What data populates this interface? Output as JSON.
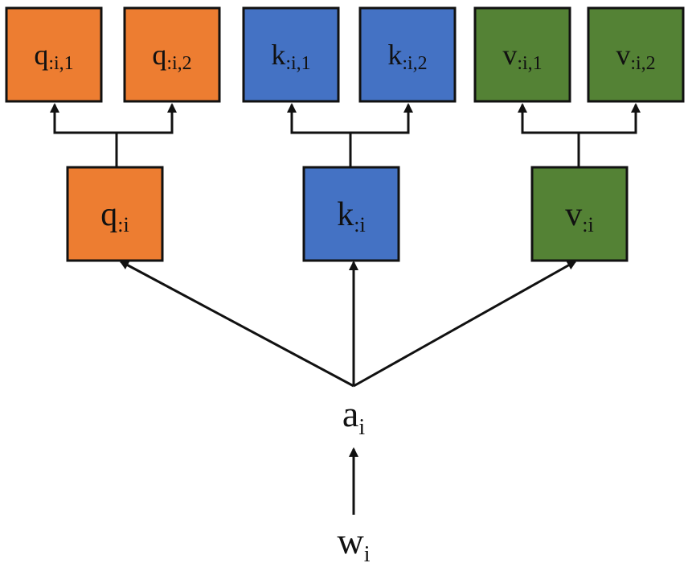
{
  "colors": {
    "query": "#ED7D31",
    "key": "#4472C4",
    "value": "#548235",
    "line": "#111111"
  },
  "heads": {
    "q1": {
      "sym": "q",
      "sub": ":i,1"
    },
    "q2": {
      "sym": "q",
      "sub": ":i,2"
    },
    "k1": {
      "sym": "k",
      "sub": ":i,1"
    },
    "k2": {
      "sym": "k",
      "sub": ":i,2"
    },
    "v1": {
      "sym": "v",
      "sub": ":i,1"
    },
    "v2": {
      "sym": "v",
      "sub": ":i,2"
    }
  },
  "projections": {
    "q": {
      "sym": "q",
      "sub": ":i"
    },
    "k": {
      "sym": "k",
      "sub": ":i"
    },
    "v": {
      "sym": "v",
      "sub": ":i"
    }
  },
  "input": {
    "a": {
      "sym": "a",
      "sub": "i"
    },
    "w": {
      "sym": "w",
      "sub": "i"
    }
  }
}
